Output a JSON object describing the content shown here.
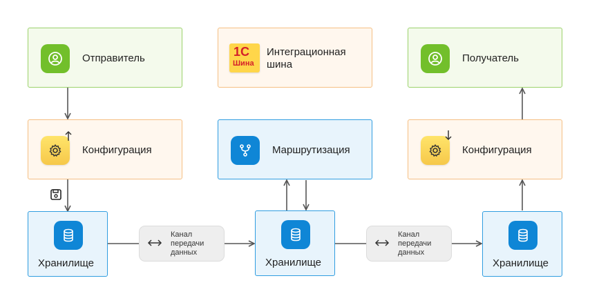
{
  "nodes": {
    "sender": {
      "label": "Отправитель",
      "icon": "user-icon"
    },
    "bus": {
      "label_line1": "Интеграционная",
      "label_line2": "шина",
      "logo_text_top": "1С",
      "logo_text_bottom": "Шина",
      "icon": "1c-bus-logo"
    },
    "receiver": {
      "label": "Получатель",
      "icon": "user-icon"
    },
    "config_left": {
      "label": "Конфигурация",
      "icon": "gear-icon"
    },
    "routing": {
      "label": "Маршрутизация",
      "icon": "branch-icon"
    },
    "config_right": {
      "label": "Конфигурация",
      "icon": "gear-icon"
    },
    "storage_left": {
      "label": "Хранилище",
      "icon": "database-icon"
    },
    "storage_mid": {
      "label": "Хранилище",
      "icon": "database-icon"
    },
    "storage_right": {
      "label": "Хранилище",
      "icon": "database-icon"
    }
  },
  "channels": [
    {
      "line1": "Канал",
      "line2": "передачи",
      "line3": "данных"
    },
    {
      "line1": "Канал",
      "line2": "передачи",
      "line3": "данных"
    }
  ],
  "colors": {
    "green_border": "#9bd26b",
    "orange_border": "#f5bf83",
    "blue_border": "#2f9de0",
    "arrow": "#555555"
  }
}
